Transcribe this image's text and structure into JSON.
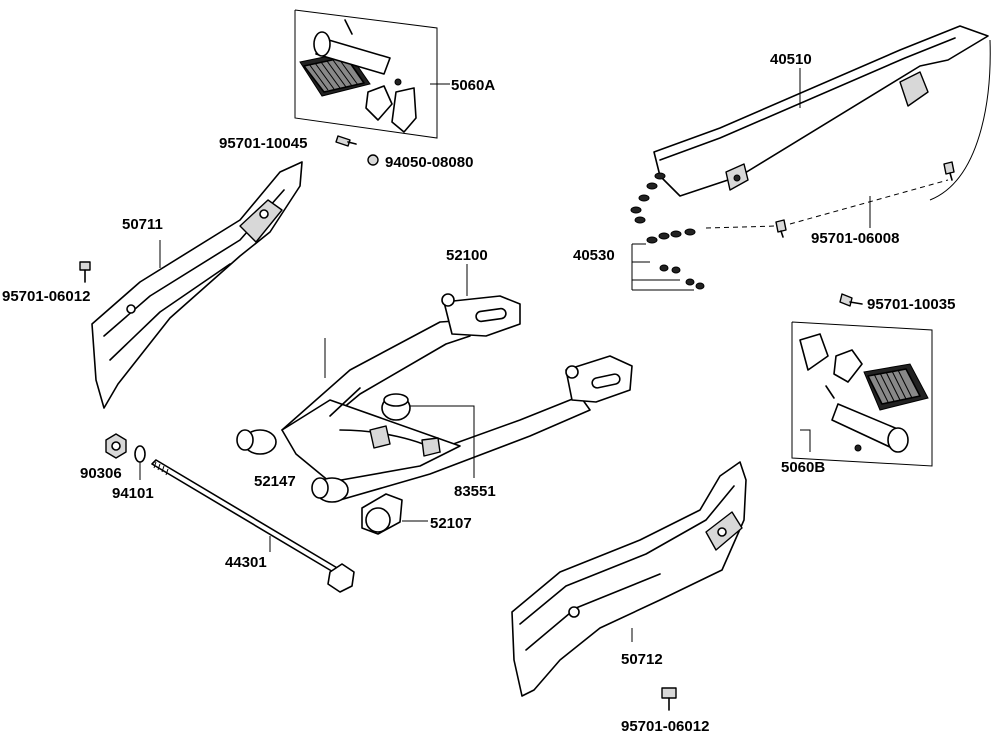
{
  "labels": {
    "p5060A": "5060A",
    "p5060B": "5060B",
    "p40510": "40510",
    "p40530": "40530",
    "p95701_10045": "95701-10045",
    "p94050_08080": "94050-08080",
    "p50711": "50711",
    "p95701_06012_top": "95701-06012",
    "p52100": "52100",
    "p95701_06008": "95701-06008",
    "p95701_10035": "95701-10035",
    "p90306": "90306",
    "p94101": "94101",
    "p52147": "52147",
    "p83551": "83551",
    "p52107": "52107",
    "p44301": "44301",
    "p50712": "50712",
    "p95701_06012_bottom": "95701-06012"
  }
}
